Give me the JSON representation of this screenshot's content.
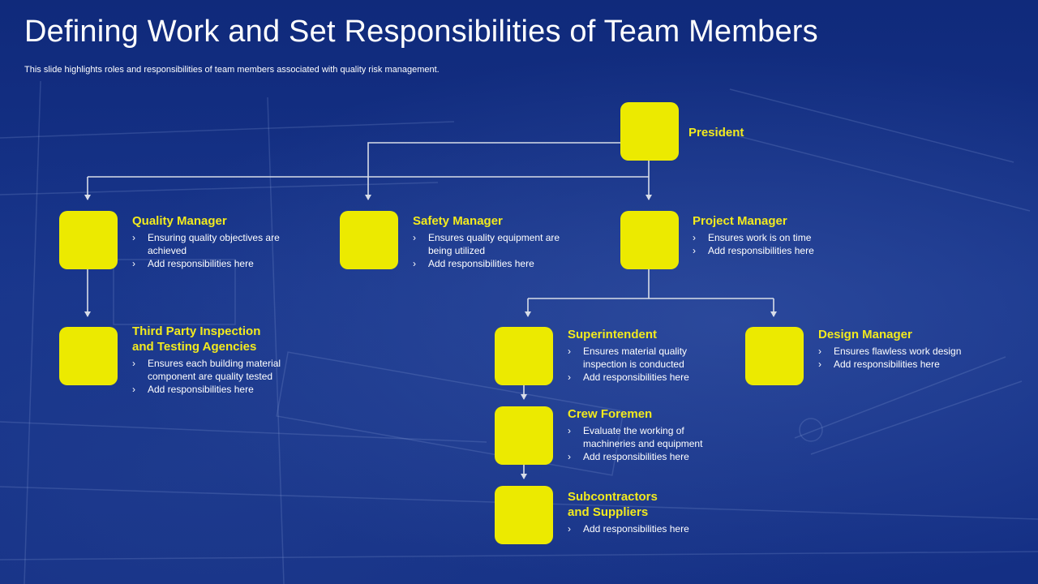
{
  "header": {
    "title": "Defining Work and Set Responsibilities of Team Members",
    "subtitle": "This slide highlights roles and responsibilities of team members associated with quality risk management."
  },
  "colors": {
    "box": "#ecea00",
    "title_text": "#f2ea1e",
    "background": "#0f2a7a",
    "connector": "#d8dde8"
  },
  "nodes": [
    {
      "id": "president",
      "title": "President",
      "items": []
    },
    {
      "id": "quality-manager",
      "title": "Quality Manager",
      "items": [
        "Ensuring quality objectives are achieved",
        "Add responsibilities here"
      ]
    },
    {
      "id": "safety-manager",
      "title": "Safety Manager",
      "items": [
        "Ensures quality equipment are being utilized",
        "Add responsibilities here"
      ]
    },
    {
      "id": "project-manager",
      "title": "Project Manager",
      "items": [
        "Ensures work is on time",
        "Add responsibilities here"
      ]
    },
    {
      "id": "third-party",
      "title": "Third Party Inspection\nand Testing Agencies",
      "items": [
        "Ensures each building material component are quality tested",
        "Add responsibilities here"
      ]
    },
    {
      "id": "superintendent",
      "title": "Superintendent",
      "items": [
        "Ensures material quality inspection is conducted",
        "Add responsibilities here"
      ]
    },
    {
      "id": "design-manager",
      "title": "Design Manager",
      "items": [
        "Ensures flawless work design",
        "Add responsibilities here"
      ]
    },
    {
      "id": "crew-foremen",
      "title": "Crew Foremen",
      "items": [
        "Evaluate the working of machineries and equipment",
        "Add responsibilities here"
      ]
    },
    {
      "id": "subcontractors",
      "title": "Subcontractors\nand Suppliers",
      "items": [
        "Add responsibilities here"
      ]
    }
  ]
}
